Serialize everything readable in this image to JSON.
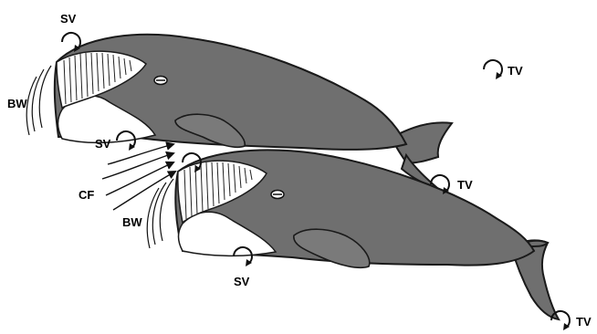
{
  "labels": {
    "sv": "SV",
    "tv": "TV",
    "bw": "BW",
    "cf": "CF"
  },
  "icons": {
    "vortex": "circular-arrow-icon"
  }
}
